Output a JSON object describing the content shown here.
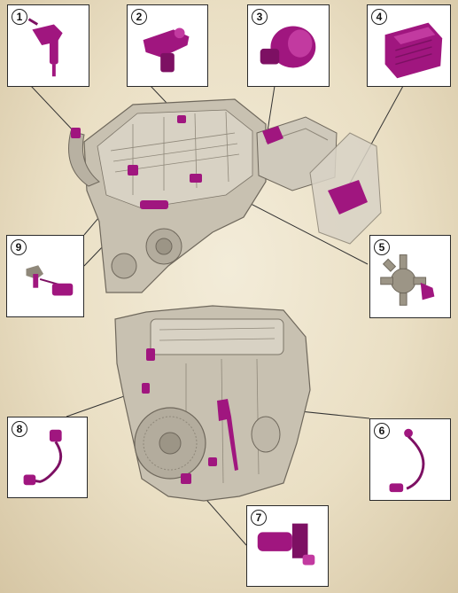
{
  "colors": {
    "background": "#eadfc4",
    "sensor": "#a0167f",
    "engine": "#c8c1b1",
    "engine_dark": "#8f887a",
    "leader": "#333333"
  },
  "callouts": [
    {
      "number": "1",
      "icon": "temperature-pressure-sensor-icon"
    },
    {
      "number": "2",
      "icon": "camshaft-position-sensor-icon"
    },
    {
      "number": "3",
      "icon": "mass-air-flow-sensor-icon"
    },
    {
      "number": "4",
      "icon": "engine-control-module-icon"
    },
    {
      "number": "5",
      "icon": "coolant-temperature-sensor-icon"
    },
    {
      "number": "6",
      "icon": "wired-probe-sensor-icon"
    },
    {
      "number": "7",
      "icon": "crankshaft-position-sensor-icon"
    },
    {
      "number": "8",
      "icon": "knock-sensor-icon"
    },
    {
      "number": "9",
      "icon": "fuel-temperature-sensor-icon"
    }
  ]
}
